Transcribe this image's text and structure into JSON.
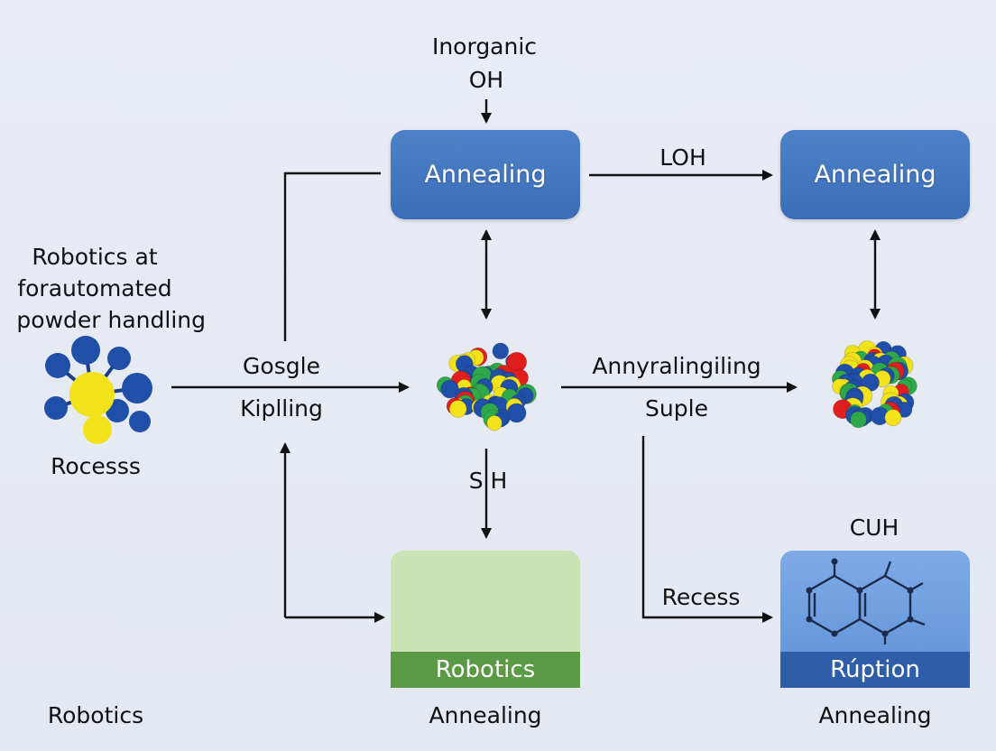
{
  "labels": {
    "top_input": [
      "Inorganic",
      "OH"
    ],
    "left_title": [
      "Robotics at",
      "forautomated",
      "powder handling"
    ],
    "left_caption": "Rocesss",
    "mid_left_top": "Gosgle",
    "mid_left_bottom": "Kiplling",
    "top_arrow": "LOH",
    "mid_right_top": "Annyralingiling",
    "mid_right_bottom": "Suple",
    "down_arrow": "S H",
    "bottom_arrow": "Recess",
    "cuh": "CUH",
    "bottom_left": "Robotics",
    "bottom_center": "Annealing",
    "bottom_right": "Annealing"
  },
  "boxes": {
    "annealing_1": "Annealing",
    "annealing_2": "Annealing",
    "robotics_panel": "Robotics",
    "ruption_panel": "Rúption"
  },
  "colors": {
    "box_blue": "#3f72ba",
    "panel_green_bg": "#c9e3b5",
    "panel_green_band": "#5a9a45",
    "panel_blue_bg": "#6e9fe0",
    "panel_blue_band": "#2f5ea8",
    "sphere_blue": "#1f4fa8",
    "sphere_yellow": "#f2e21a",
    "sphere_green": "#2fa84a",
    "sphere_red": "#e01e1e"
  },
  "icons": [
    "molecule-cluster-icon",
    "nanoparticle-cluster-icon",
    "chemical-structure-icon"
  ]
}
